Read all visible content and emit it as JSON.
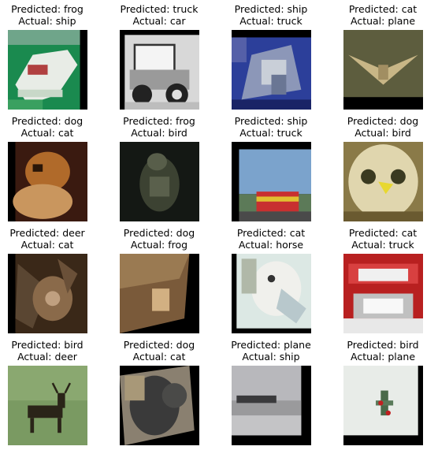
{
  "grid": [
    {
      "predicted": "Predicted: frog",
      "actual": "Actual: ship"
    },
    {
      "predicted": "Predicted: truck",
      "actual": "Actual: car"
    },
    {
      "predicted": "Predicted: ship",
      "actual": "Actual: truck"
    },
    {
      "predicted": "Predicted: cat",
      "actual": "Actual: plane"
    },
    {
      "predicted": "Predicted: dog",
      "actual": "Actual: cat"
    },
    {
      "predicted": "Predicted: frog",
      "actual": "Actual: bird"
    },
    {
      "predicted": "Predicted: ship",
      "actual": "Actual: truck"
    },
    {
      "predicted": "Predicted: dog",
      "actual": "Actual: bird"
    },
    {
      "predicted": "Predicted: deer",
      "actual": "Actual: cat"
    },
    {
      "predicted": "Predicted: dog",
      "actual": "Actual: frog"
    },
    {
      "predicted": "Predicted: cat",
      "actual": "Actual: horse"
    },
    {
      "predicted": "Predicted: cat",
      "actual": "Actual: truck"
    },
    {
      "predicted": "Predicted: bird",
      "actual": "Actual: deer"
    },
    {
      "predicted": "Predicted: dog",
      "actual": "Actual: cat"
    },
    {
      "predicted": "Predicted: plane",
      "actual": "Actual: ship"
    },
    {
      "predicted": "Predicted: bird",
      "actual": "Actual: plane"
    }
  ]
}
